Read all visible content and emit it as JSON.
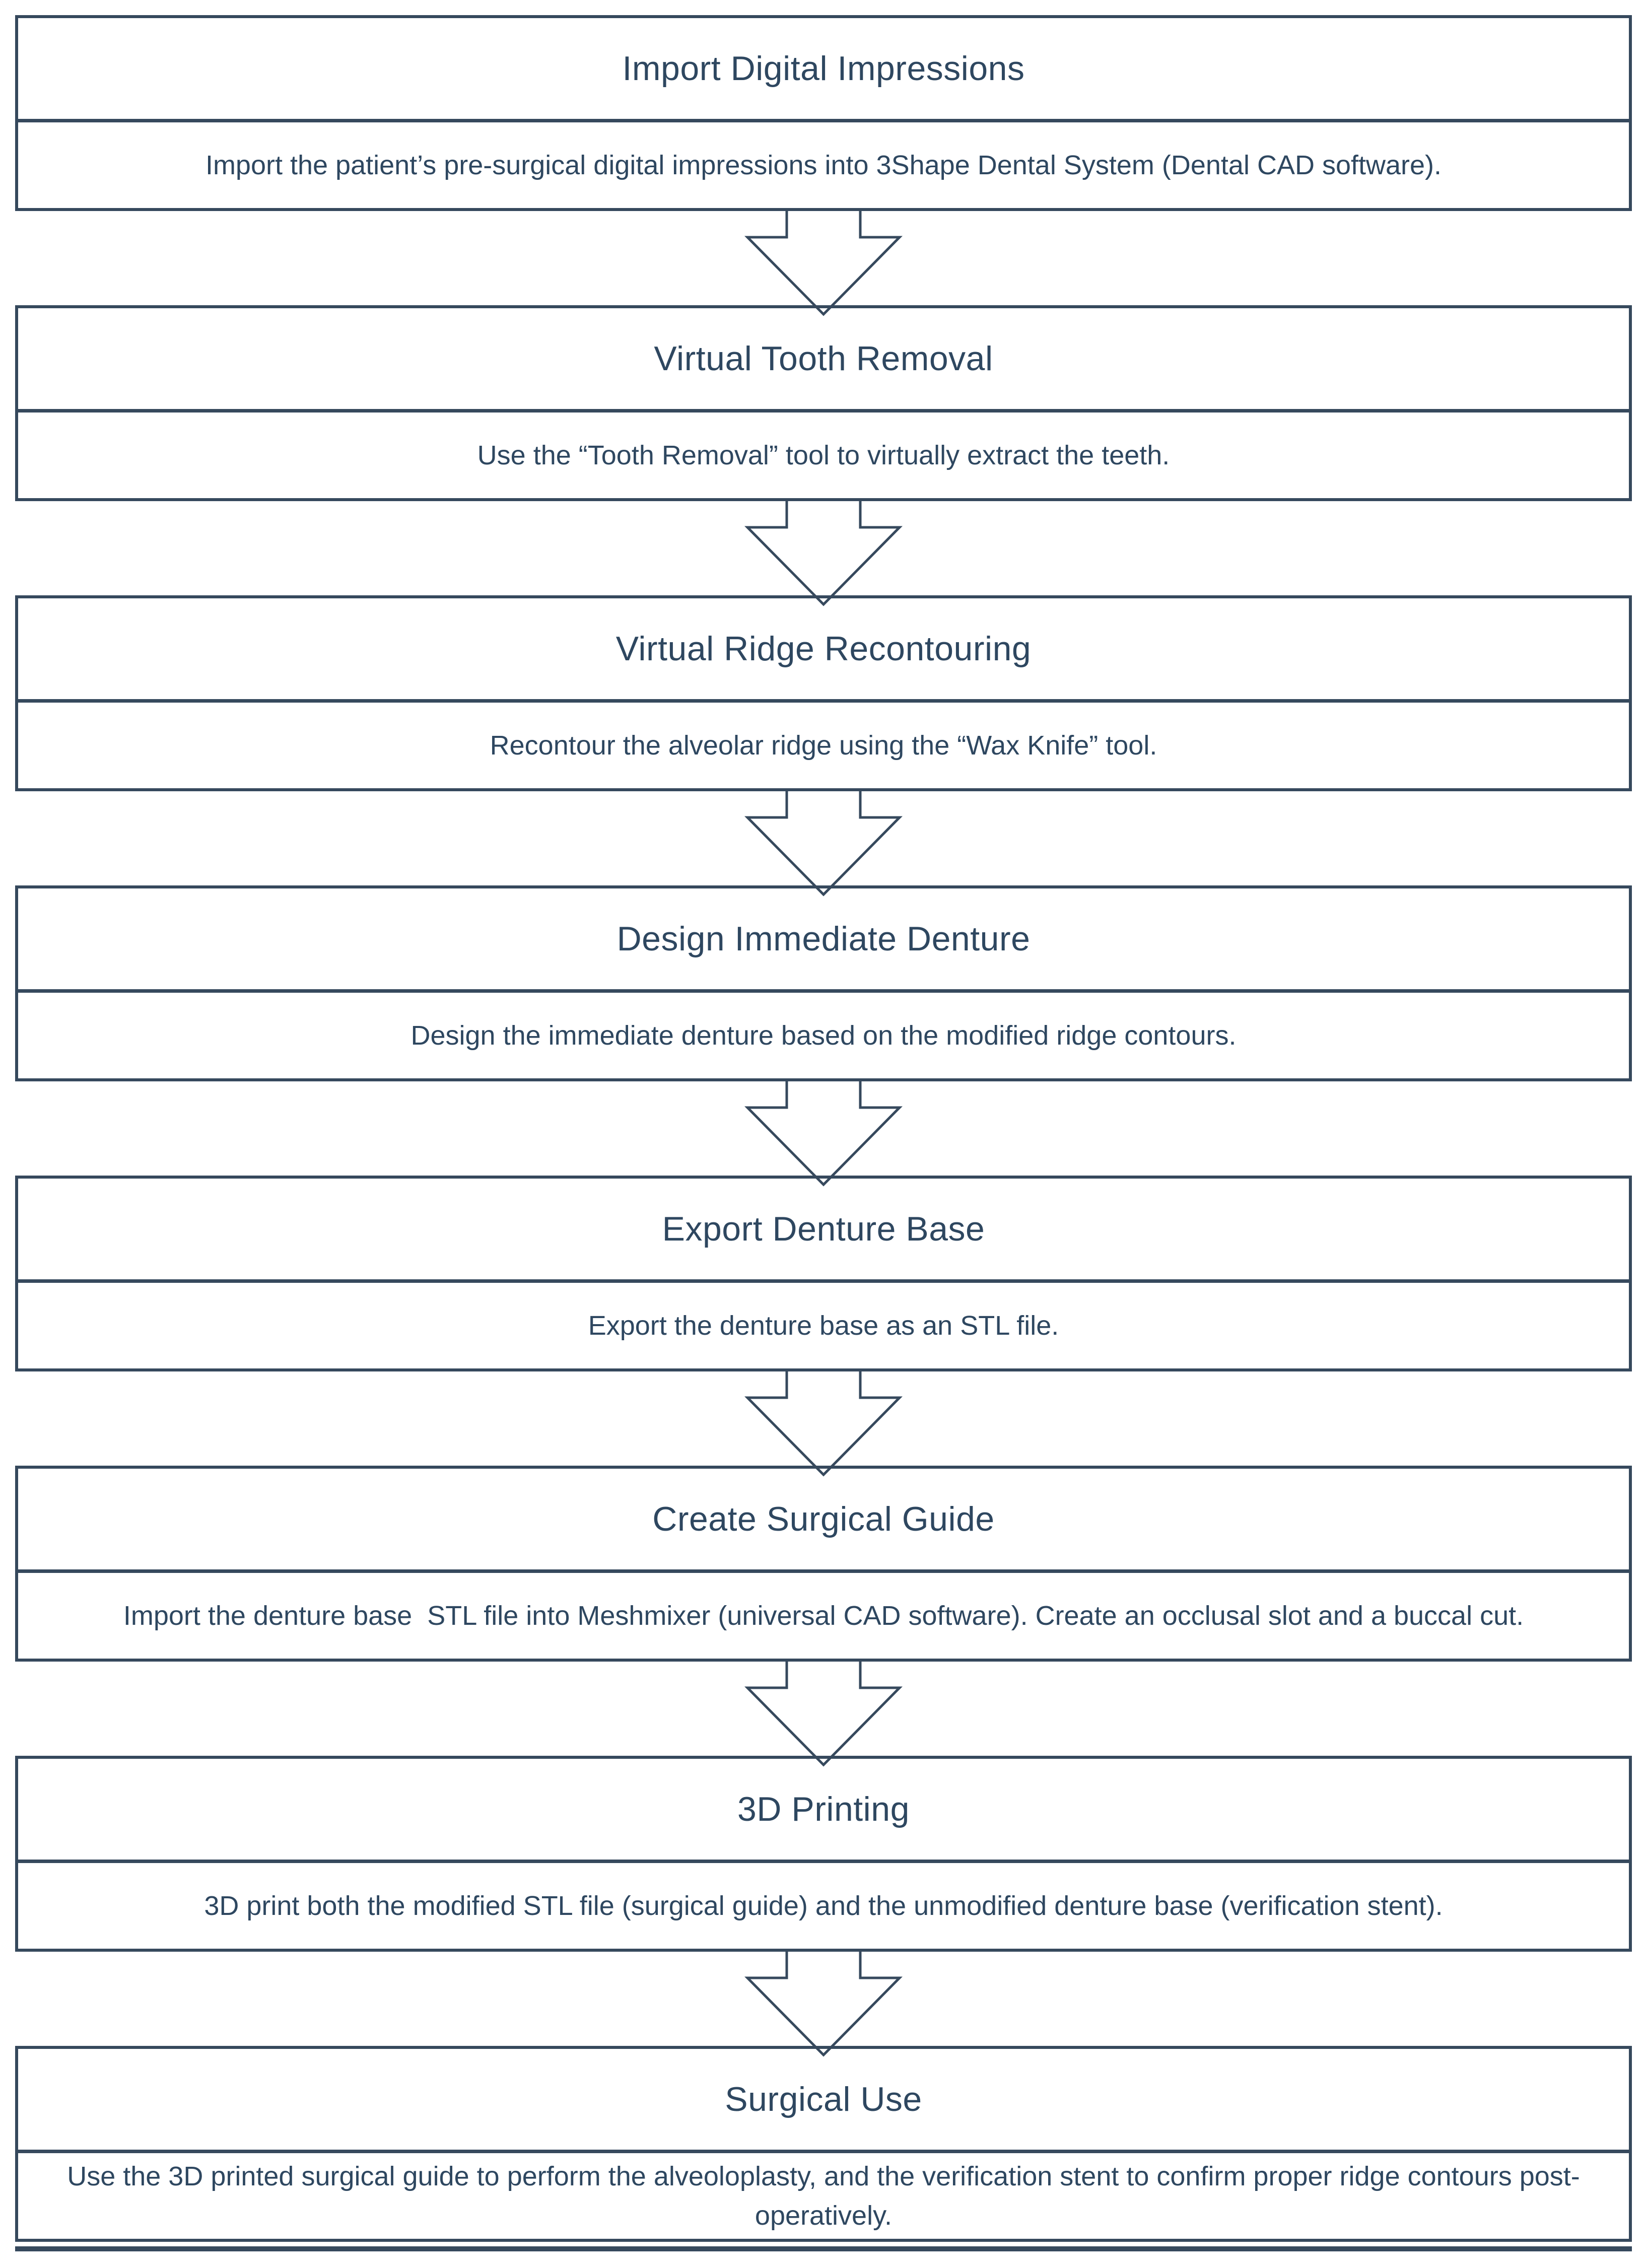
{
  "flowchart": {
    "steps": [
      {
        "title": "Import Digital Impressions",
        "description": "Import the patient’s pre-surgical digital impressions into 3Shape Dental System (Dental CAD software)."
      },
      {
        "title": "Virtual Tooth Removal",
        "description": "Use the “Tooth Removal” tool to virtually extract the teeth."
      },
      {
        "title": "Virtual Ridge Recontouring",
        "description": "Recontour the alveolar ridge using the “Wax Knife” tool."
      },
      {
        "title": "Design Immediate Denture",
        "description": "Design the immediate denture based on the modified ridge contours."
      },
      {
        "title": "Export Denture Base",
        "description": "Export the denture base as an STL file."
      },
      {
        "title": "Create Surgical Guide",
        "description": "Import the denture base  STL file into Meshmixer (universal CAD software). Create an occlusal slot and a buccal cut."
      },
      {
        "title": "3D Printing",
        "description": "3D print both the modified STL file (surgical guide) and the unmodified denture base (verification stent)."
      },
      {
        "title": "Surgical Use",
        "description": "Use the 3D printed surgical guide to perform the alveoloplasty, and the verification stent to confirm proper ridge contours post-operatively."
      }
    ],
    "connector": "block-down-arrow",
    "colors": {
      "line": "#36495D",
      "text": "#2E4760",
      "background": "#FFFFFF"
    }
  }
}
